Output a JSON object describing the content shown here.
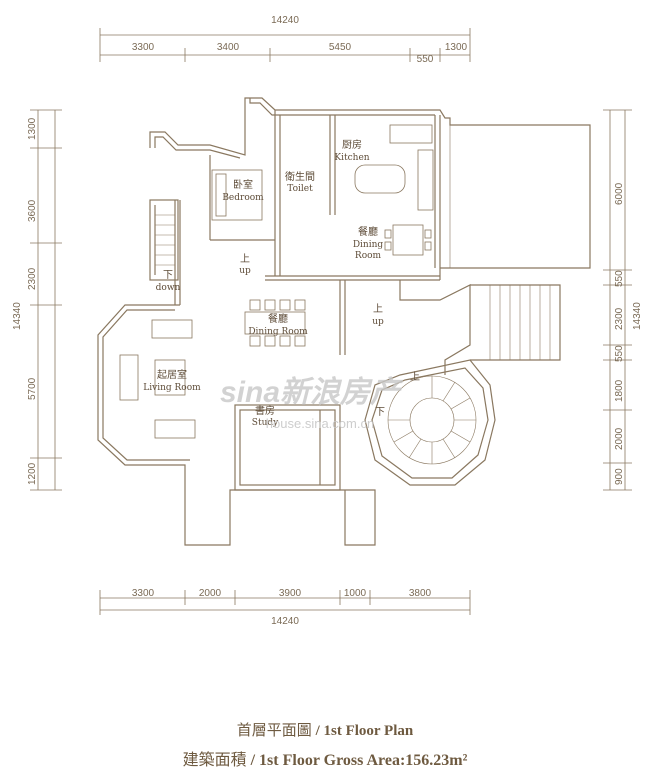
{
  "dimensions": {
    "top_total": "14240",
    "top": [
      "3300",
      "3400",
      "5450",
      "550",
      "1300"
    ],
    "bottom_total": "14240",
    "bottom": [
      "3300",
      "2000",
      "3900",
      "1000",
      "3800"
    ],
    "left_total": "14340",
    "left": [
      "1300",
      "3600",
      "2300",
      "5700",
      "1200"
    ],
    "right_total": "14340",
    "right": [
      "6000",
      "550",
      "2300",
      "550",
      "1800",
      "2000",
      "900"
    ]
  },
  "rooms": {
    "bedroom_cn": "卧室",
    "bedroom_en": "Bedroom",
    "toilet_cn": "衛生間",
    "toilet_en": "Toilet",
    "kitchen_cn": "厨房",
    "kitchen_en": "Kitchen",
    "dining_cn": "餐廳",
    "dining_en": "Dining",
    "dining_room": "Room",
    "dining2_cn": "餐廳",
    "dining2_en": "Dining Room",
    "living_cn": "起居室",
    "living_en": "Living Room",
    "study_cn": "書房",
    "study_en": "Study",
    "up_cn": "上",
    "up_en": "up",
    "down_cn": "下",
    "down_en": "down"
  },
  "watermark": {
    "brand": "sina新浪房产",
    "url": "house.sina.com.cn"
  },
  "caption": {
    "line1_cn": "首層平面圖",
    "line1_en": "/ 1st Floor Plan",
    "line2_cn": "建築面積",
    "line2_en": "/ 1st Floor Gross Area:156.23m²"
  },
  "colors": {
    "line": "#8a7860",
    "text": "#6e5a40"
  }
}
